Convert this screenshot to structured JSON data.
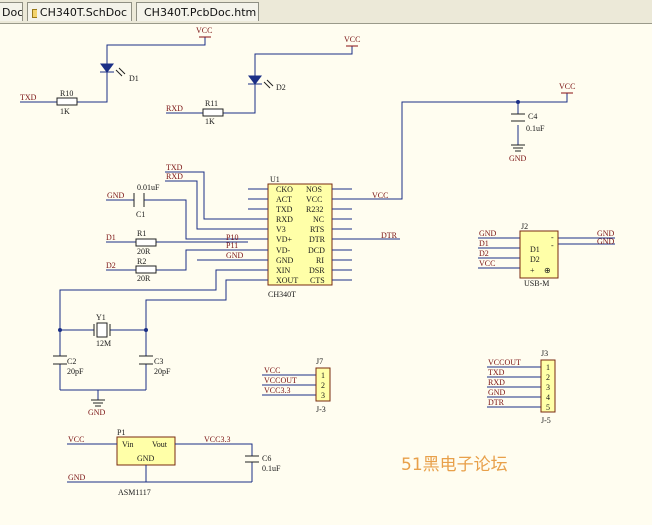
{
  "tabs": [
    {
      "label": "Doc",
      "icon": "schematic-doc-icon"
    },
    {
      "label": "CH340T.SchDoc",
      "icon": "folder-icon"
    },
    {
      "label": "CH340T.PcbDoc.htm",
      "icon": "web-page-icon"
    }
  ],
  "nets": {
    "vcc": "VCC",
    "gnd": "GND",
    "txd": "TXD",
    "rxd": "RXD",
    "dtr": "DTR",
    "d1": "D1",
    "d2": "D2",
    "p10": "P10",
    "p11": "P11",
    "vccout": "VCCOUT",
    "vcc33": "VCC3.3"
  },
  "components": {
    "r10": {
      "ref": "R10",
      "value": "1K"
    },
    "r11": {
      "ref": "R11",
      "value": "1K"
    },
    "d1": {
      "ref": "D1"
    },
    "d2": {
      "ref": "D2"
    },
    "c1": {
      "ref": "C1",
      "value": "0.01uF"
    },
    "c2": {
      "ref": "C2",
      "value": "20pF"
    },
    "c3": {
      "ref": "C3",
      "value": "20pF"
    },
    "c4": {
      "ref": "C4",
      "value": "0.1uF"
    },
    "c6": {
      "ref": "C6",
      "value": "0.1uF"
    },
    "r1": {
      "ref": "R1",
      "value": "20R"
    },
    "r2": {
      "ref": "R2",
      "value": "20R"
    },
    "y1": {
      "ref": "Y1",
      "value": "12M"
    },
    "u1": {
      "ref": "U1",
      "value": "CH340T",
      "left_pins": [
        "CKO",
        "ACT",
        "TXD",
        "RXD",
        "V3",
        "VD+",
        "VD-",
        "GND",
        "XIN",
        "XOUT"
      ],
      "right_pins": [
        "NOS",
        "VCC",
        "R232",
        "NC",
        "RTS",
        "DTR",
        "DCD",
        "RI",
        "DSR",
        "CTS"
      ]
    },
    "j2": {
      "ref": "J2",
      "value": "USB-M",
      "pins": [
        "D1",
        "D2",
        "+"
      ],
      "right_pins": [
        "-",
        "-"
      ]
    },
    "j3": {
      "ref": "J3",
      "value": "J-5",
      "pins": [
        "1",
        "2",
        "3",
        "4",
        "5"
      ]
    },
    "j7": {
      "ref": "J7",
      "value": "J-3",
      "pins": [
        "1",
        "2",
        "3"
      ]
    },
    "p1": {
      "ref": "P1",
      "value": "ASM1117",
      "pin_vin": "Vin",
      "pin_vout": "Vout",
      "pin_gnd": "GND"
    }
  },
  "watermark": "51黑电子论坛",
  "colors": {
    "wire": "#1b2f86",
    "net_label": "#7a1212",
    "component_fill": "#ffffa8",
    "sheet": "#fffdf0",
    "watermark": "#e8a04a"
  }
}
